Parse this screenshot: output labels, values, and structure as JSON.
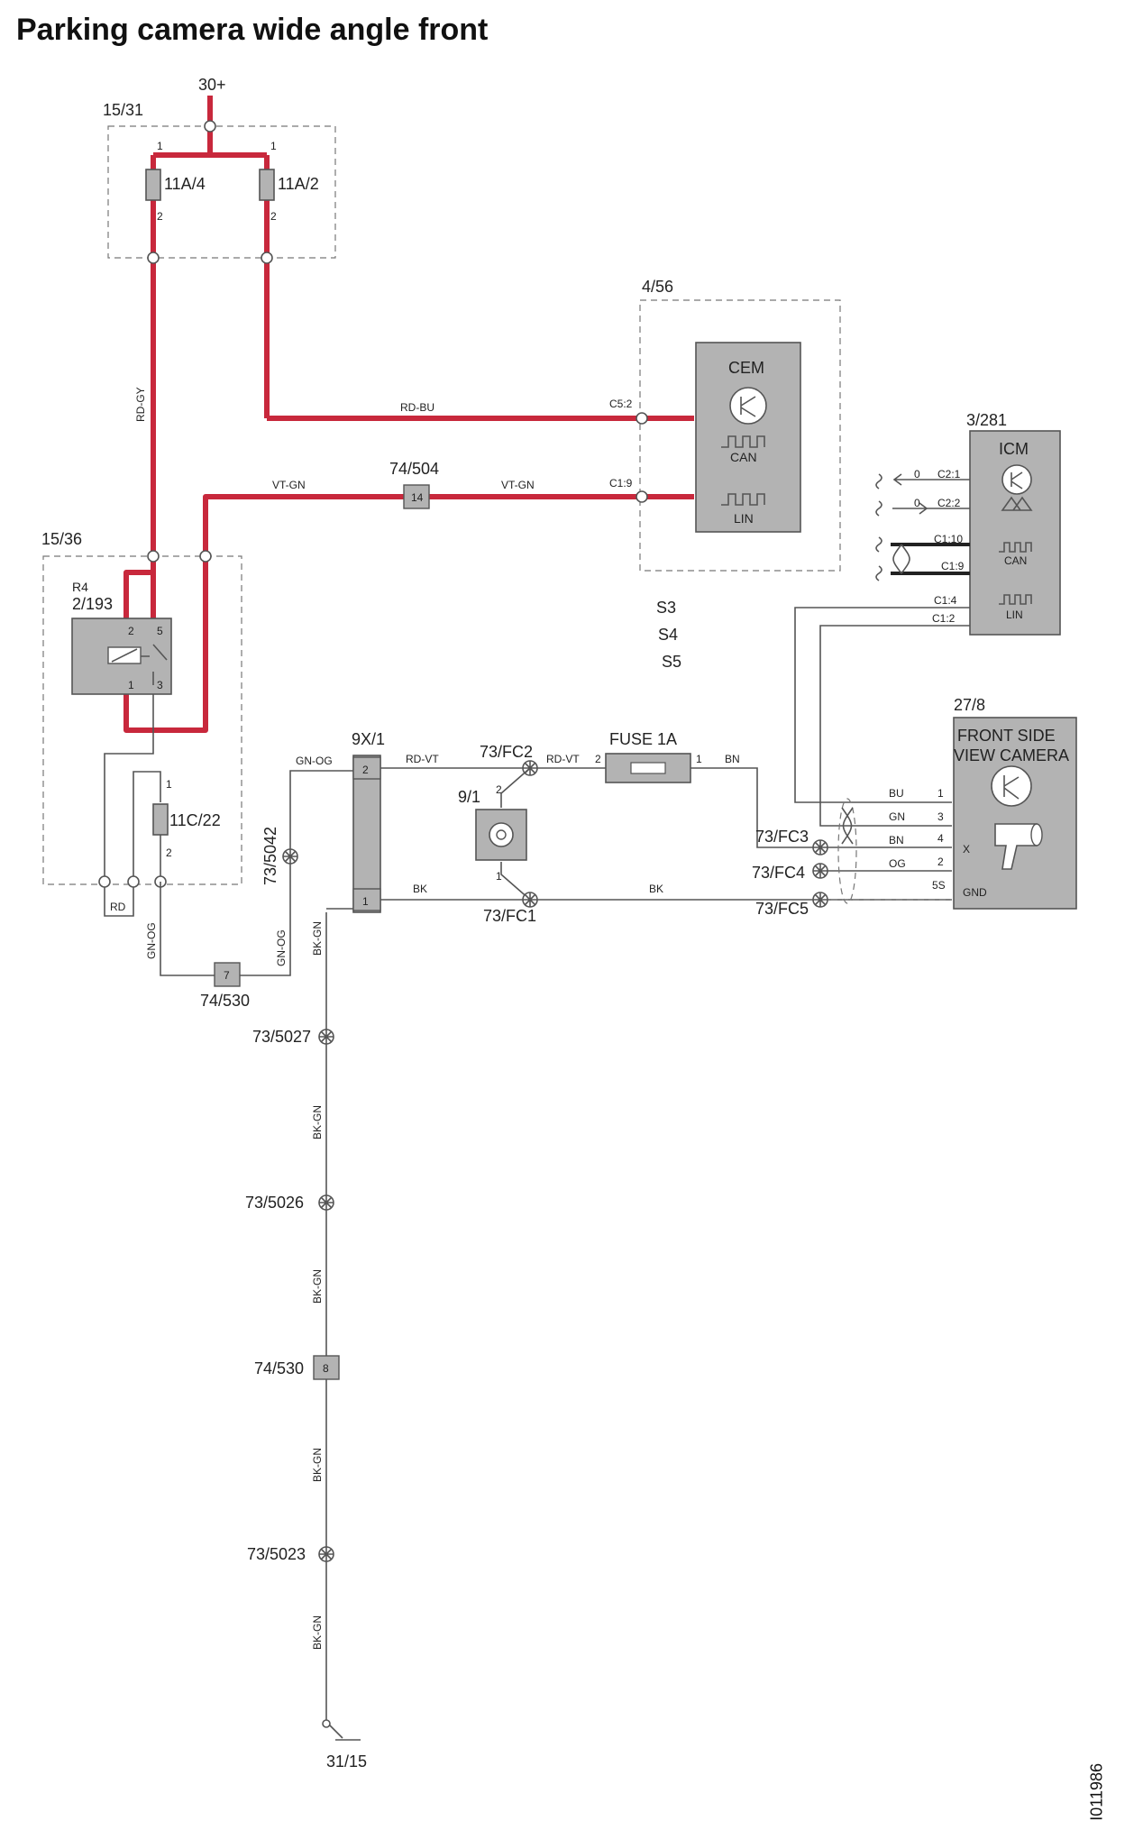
{
  "title": "Parking camera wide angle front",
  "doc_id": "I011986",
  "power": {
    "supply": "30+",
    "ground": "31/15"
  },
  "fuse_box": {
    "id": "15/31",
    "fuse_a": "11A/4",
    "fuse_b": "11A/2",
    "pin1": "1",
    "pin2": "2"
  },
  "relay_box": {
    "id": "15/36",
    "relay_label": "R4",
    "relay_id": "2/193",
    "pins": [
      "2",
      "5",
      "1",
      "3"
    ],
    "fuse": "11C/22",
    "fuse_pin1": "1",
    "fuse_pin2": "2",
    "rd_wire": "RD"
  },
  "cem": {
    "id": "4/56",
    "name": "CEM",
    "can": "CAN",
    "lin": "LIN",
    "pin_top": "C5:2",
    "pin_bottom": "C1:9"
  },
  "icm": {
    "id": "3/281",
    "name": "ICM",
    "can": "CAN",
    "lin": "LIN",
    "pins": [
      "C2:1",
      "C2:2",
      "C1:10",
      "C1:9",
      "C1:4",
      "C1:2"
    ],
    "zero": "0"
  },
  "camera": {
    "id": "27/8",
    "name_line1": "FRONT SIDE",
    "name_line2": "VIEW CAMERA",
    "x": "X",
    "gnd": "GND",
    "pins": [
      "1",
      "3",
      "4",
      "2",
      "5S"
    ],
    "wires": [
      "BU",
      "GN",
      "BN",
      "OG"
    ]
  },
  "wires": {
    "rd_gy": "RD-GY",
    "rd_bu": "RD-BU",
    "vt_gn1": "VT-GN",
    "vt_gn2": "VT-GN",
    "gn_og1": "GN-OG",
    "gn_og2": "GN-OG",
    "gn_og3": "GN-OG",
    "rd_vt1": "RD-VT",
    "rd_vt2": "RD-VT",
    "bn": "BN",
    "bk1": "BK",
    "bk2": "BK",
    "bk_gn1": "BK-GN",
    "bk_gn2": "BK-GN",
    "bk_gn3": "BK-GN",
    "bk_gn4": "BK-GN",
    "bk_gn5": "BK-GN"
  },
  "connectors": {
    "c74_504": "74/504",
    "c74_504_pin": "14",
    "c74_530a": "74/530",
    "c74_530a_pin": "7",
    "c74_530b": "74/530",
    "c74_530b_pin": "8",
    "c9x1": "9X/1",
    "c9x1_pin2": "2",
    "c9x1_pin1": "1",
    "c9_1": "9/1",
    "c9_1_pin2": "2",
    "c9_1_pin1": "1",
    "fuse1a": "FUSE 1A",
    "fuse1a_pin2": "2",
    "fuse1a_pin1": "1"
  },
  "splices": {
    "fc1": "73/FC1",
    "fc2": "73/FC2",
    "fc3": "73/FC3",
    "fc4": "73/FC4",
    "fc5": "73/FC5",
    "s5042": "73/5042",
    "s5027": "73/5027",
    "s5026": "73/5026",
    "s5023": "73/5023"
  },
  "options": [
    "S3",
    "S4",
    "S5"
  ]
}
